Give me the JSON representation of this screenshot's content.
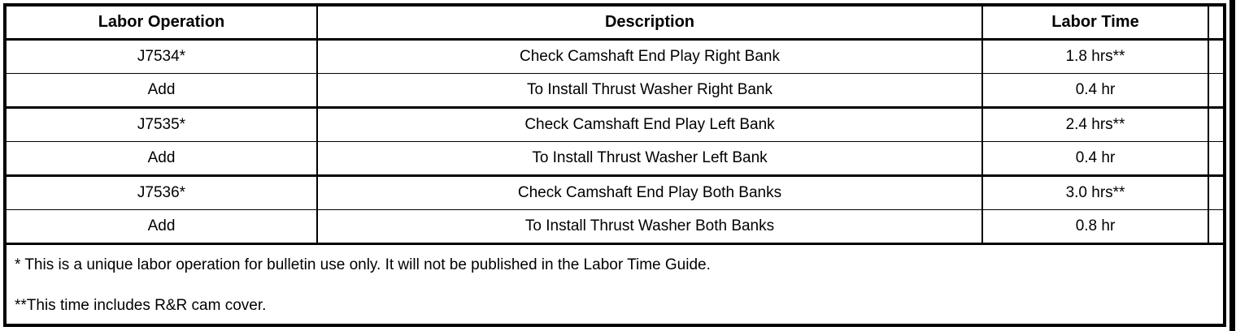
{
  "colors": {
    "border": "#000000",
    "background": "#ffffff",
    "text": "#000000"
  },
  "table": {
    "columns": [
      {
        "label": "Labor Operation"
      },
      {
        "label": "Description"
      },
      {
        "label": "Labor Time"
      }
    ],
    "rows": [
      {
        "operation": "J7534*",
        "description": "Check Camshaft End Play Right Bank",
        "time": "1.8 hrs**"
      },
      {
        "operation": "Add",
        "description": "To Install Thrust Washer Right Bank",
        "time": "0.4 hr"
      },
      {
        "operation": "J7535*",
        "description": "Check Camshaft End Play Left Bank",
        "time": "2.4 hrs**"
      },
      {
        "operation": "Add",
        "description": "To Install Thrust Washer Left Bank",
        "time": "0.4 hr"
      },
      {
        "operation": "J7536*",
        "description": "Check Camshaft End Play Both Banks",
        "time": "3.0 hrs**"
      },
      {
        "operation": "Add",
        "description": "To Install Thrust Washer Both Banks",
        "time": "0.8 hr"
      }
    ],
    "footnotes": [
      "* This is a unique labor operation for bulletin use only. It will not be published in the Labor Time Guide.",
      "**This time includes R&R cam cover."
    ]
  }
}
